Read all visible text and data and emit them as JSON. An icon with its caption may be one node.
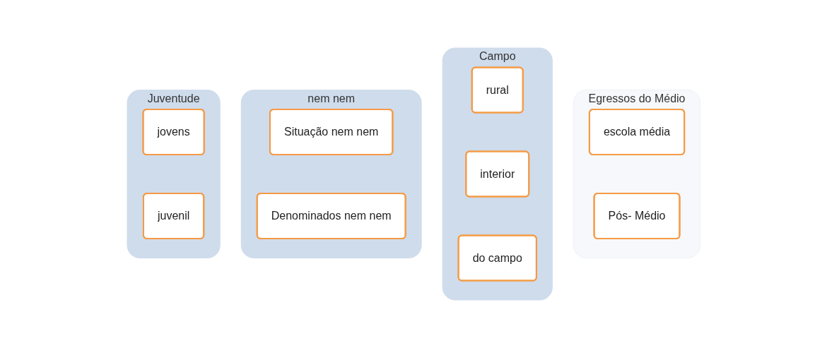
{
  "diagram": {
    "nodes": [
      {
        "text": [
          "Juventude"
        ]
      },
      {
        "text": [
          "jovens"
        ],
        "in": 0
      },
      {
        "text": [
          "juvenil"
        ],
        "in": 0
      },
      {
        "text": [
          "nem nem"
        ]
      },
      {
        "text": [
          "Situação nem nem"
        ],
        "in": 3
      },
      {
        "text": [
          "Denominados nem nem"
        ],
        "in": 3
      },
      {
        "text": [
          "Campo"
        ]
      },
      {
        "text": [
          "rural"
        ],
        "in": 6
      },
      {
        "text": [
          "interior"
        ],
        "in": 6
      },
      {
        "text": [
          "do campo"
        ],
        "in": 6
      },
      {
        "text": [
          "Egressos do Médio"
        ]
      },
      {
        "text": [
          "escola média"
        ],
        "in": 10
      },
      {
        "text": [
          "Pós- Médio"
        ],
        "in": 10
      }
    ]
  }
}
